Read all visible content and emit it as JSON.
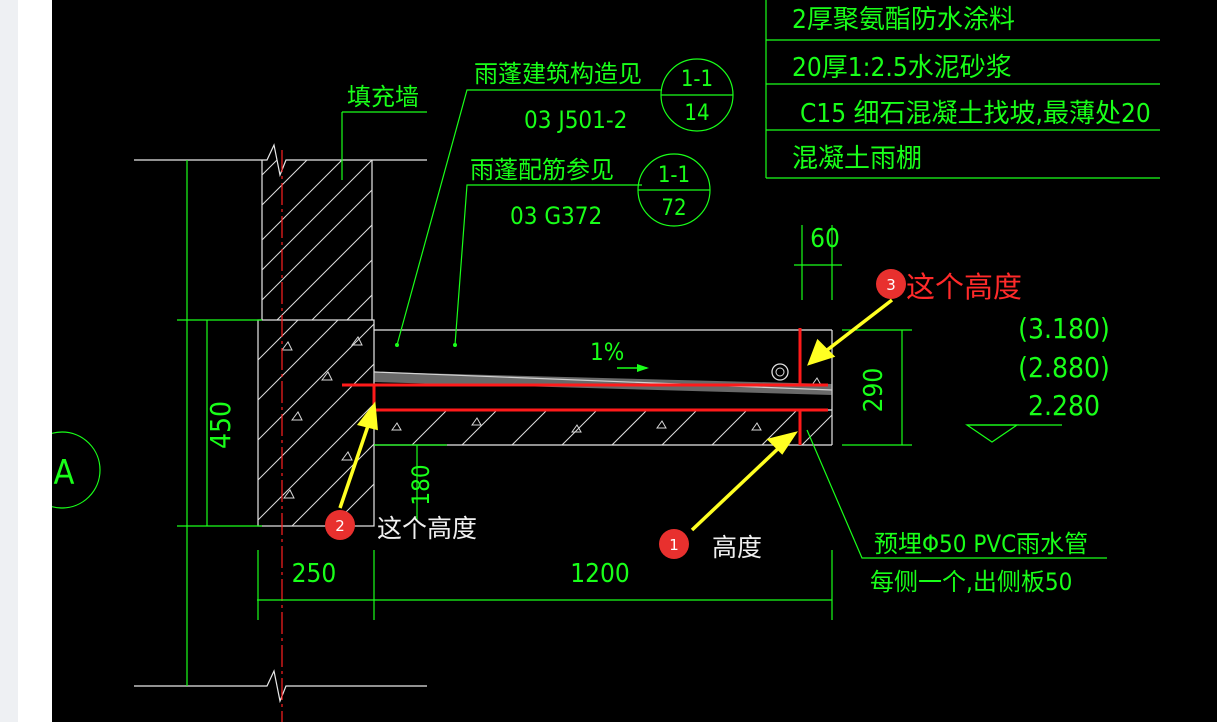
{
  "layers": {
    "line1": "2厚聚氨酯防水涂料",
    "line2": "20厚1:2.5水泥砂浆",
    "line3": "C15 细石混凝土找坡,最薄处20",
    "line4": "混凝土雨棚"
  },
  "labels": {
    "fill_wall": "填充墙",
    "arch_ref": "雨蓬建筑构造见",
    "arch_code": "03 J501-2",
    "rebar_ref": "雨蓬配筋参见",
    "rebar_code": "03 G372",
    "slope": "1%",
    "pipe_line1": "预埋Φ50 PVC雨水管",
    "pipe_line2": "每侧一个,出侧板50",
    "axis": "A"
  },
  "bubbles": {
    "b1_top": "1-1",
    "b1_bottom": "14",
    "b2_top": "1-1",
    "b2_bottom": "72"
  },
  "dimensions": {
    "d450": "450",
    "d250": "250",
    "d1200": "1200",
    "d180": "180",
    "d60": "60",
    "d290": "290"
  },
  "elevations": {
    "e1": "(3.180)",
    "e2": "(2.880)",
    "e3": "2.280"
  },
  "annotations": {
    "n1": "1",
    "t1": "高度",
    "n2": "2",
    "t2": "这个高度",
    "n3": "3",
    "t3": "这个高度"
  },
  "colors": {
    "cad_line": "#19ff19",
    "markup": "#ff1a1a",
    "arrow": "#ffff22",
    "badge": "#e8302e"
  }
}
